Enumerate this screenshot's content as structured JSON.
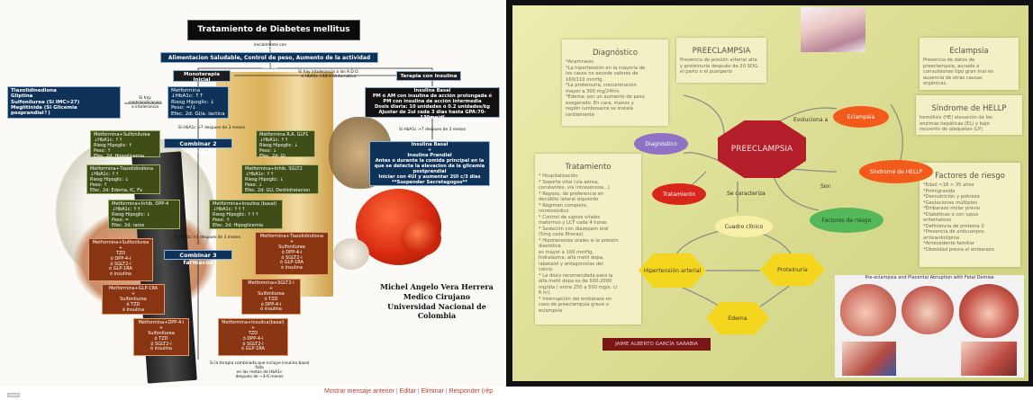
{
  "left": {
    "title": "Tratamiento de Diabetes mellitus tipo 2",
    "inicialmente": "inicialmente con",
    "lifestyle": "Alimentacion Saludable, Control de peso, Aumento de la actividad fisica",
    "mono": "Monoterapia Inicial\nCon A.D.O.",
    "mid_note": "Si hay intolerancia a las A.D.O.\nó HbA1c >10 ó Sintomatico",
    "insulin_therapy": "Terapia con Insulina",
    "left_list": "Tiazolidinediona\nGliptina\nSulfonilurea (Si IMC>27)\nMeglitinida (Si Glicemia posprandial↑)",
    "contra_note": "Si hay\ncontraindicacion\no intolerancia",
    "metformina": "Metformina\n↓HbA1c: ↑↑\nRiesg Hipoglic: ↓\nPeso: =/↓\nEfec. 2d: GI/a. lactica",
    "hba1c_note_1": "Si HbA1c >7 despues de 3 meses",
    "basal": "Insulina Basal\nPM ó AM con insulina de acción prolongada ó\nPM con insulina de acción intermedia\nDosis diaria: 10 unidades ó 0.2 unidades/kg\nAjustar de 2ui cada 3 dias hasta GPA:70-130mg/dl",
    "hba1c_note_2": "Si HbA1c >7 despues de 3 meses",
    "basal_prandial": "Insulina Basal\n+\nInsulina Prandial\nAntes o durante la comida principal en la\nque se detecta la elevacion de la glicemia\npostprandial\nIniciar con 4UI y aumentar 2UI c/3 dias\n**Suspender Secretagogos**",
    "combinar2": "Combinar 2 farmacos",
    "met_su": "Metformina+Sulfonilurea\n↓HbA1c: ↑↑\nRiesg Hipoglic: ↑\nPeso: ↑\nEfec. 2d: Hipoglicemia",
    "met_ra": "Metformina R.A. GLP1\n↓HbA1c: ↑↑\nRiesg Hipoglic: ↓\nPeso: ↓\nEfec. 2d: GI",
    "met_tzd": "Metformina+Tiazolidindiona\n↓HbA1c: ↑↑\nRiesg Hipoglic: ↓\nPeso: ↑\nEfec. 2d: Edema, IC, Fx",
    "met_sglt2": "Metformina+Inhib. SGLT2\n↓HbA1c: ↑↑\nRiesg Hipoglic: ↓\nPeso: ↓\nEfec. 2d: GU, Deshidratacion",
    "met_dpp4": "Metformina+Inhib. DPP-4\n↓HbA1c: ↑↑\nRiesg Hipoglic: ↓\nPeso: =\nEfec. 2d: raros",
    "met_ins": "Metformina+Insulina (basal)\n↓HbA1c: ↑↑↑\nRiesg Hipoglic: ↑↑↑\nPeso: ↑\nEfec. 2d: Hipoglicemia",
    "hba1c_note_3": "Si HbA1c >7 despues de 3 meses",
    "combinar3": "Combinar 3 farmacos",
    "c3_su": "Metformina+Sulfonilurea\n+\nTZD\nó DPP-4-i\nó SGLT2-i\nó GLP-1RA\nó insulina",
    "c3_tzd": "Metformina+Tiazolidindiona\n+\nSulfonilurea\nó DPP-4-i\nó SGLT2-i\nó GLP-1RA\nó insulina",
    "c3_glp": "Metformina+GLP-1RA\n+\nSulfonilurea\nó TZD\nó Insulina",
    "c3_sglt2": "Metformina+SGLT2-i\n+\nSulfonilurea\nó TZD\nó DPP-4-i\nó insulina",
    "c3_dpp4": "Metformina+DPP-4-i\n+\nSulfonilurea\nó TZD\nó SGLT2-i\nó insulina",
    "c3_ins": "Metformina+Insulina(basal)\n+\nTZD\nó DPP-4-i\nó SGLT2-i\nó GLP-1RA",
    "bottom_note": "Si la terapia combinada que incluye insulina basal falla\nen las metas de HbA1c\ndespues de ~3-6 meses",
    "author_name": "Michel Angelo Vera Herrera",
    "author_role": "Medico Cirujano",
    "author_univ": "Universidad Nacional de Colombia"
  },
  "right": {
    "diagnostico_title": "Diagnóstico",
    "diagnostico_body": "*Anamnesis\n*La hipertensión en la mayoría de\nlos casos no excede valores de\n160/110 mmHg.\n*La proteinuria, concentración\nmayor a 300 mg/24hrs\n*Edema: por un aumento de peso\nexagerado. En cara, manos y\nregión lumbosacra se instala\ntardíamente",
    "preeclampsia_title": "PREECLAMPSIA",
    "preeclampsia_body": "Presencia de presión arterial alta\ny proteinuria después de 20 SDG,\nel parto o el puerperio",
    "eclampsia_title": "Eclampsia",
    "eclampsia_body": "Presencia de datos de\npreeclampsia, aunado a\nconvulsiones tipo gran mal en\nausencia de otras causas\norgánicas.",
    "hellp_title": "Síndrome de HELLP",
    "hellp_body": "hemólisis (HE) elevación de los\nenzimas hepáticas (EL) y bajo\nrecuento de plaquetas (LP)",
    "tratamiento_title": "Tratamiento",
    "tratamiento_body": "* Hospitalización\n* Soporte vital (vía aérea,\nconstantes, vía intravenosa...)\n* Reposo, de preferencia en\ndecúbito lateral izquierdo\n* Régimen completo,\nnormosódico\n* Control de signos vitales\nmaternos y LCF cada 4 horas\n* Sedación con diazepam oral\n(5mg cada 8horas)\n* Hipotensores orales si la presión\ndiastólica\nes mayor a 100 mmHg.\nhidralazina, alfa metil dopa,\nlabetalol y antagonistas del\ncalcio.\n* La dosis recomendada para la\nalfa metil dopa es de 500-2000\nmg/día ( entre 250 a 500 mg/s. c/\n6 hr).\n* Interrupción del embarazo en\ncaso de preeclampsia grave o\neclampsia.",
    "riesgo_title": "Factores de riesgo",
    "riesgo_body": "*Edad <18 > 35 años\n*Primigravida\n*Desnutrición y pobreza\n*Gestaciones múltiples\n*Embarazo molar previo\n*Diabéticas o con lupus\neritematoso\n*Deficiencia de proteina S\n*Presencia de anticuerpos\nanticardiolipina\n*Antecedente familiar\n*Obesidad previa al embarazo",
    "center": "PREECLAMPSIA",
    "n_eclampsia": "Eclampsia",
    "n_diagnostico": "Diagnóstico",
    "n_tratamiento": "Tratamiento",
    "n_hellp": "Síndrome de HELLP",
    "n_riesgo": "Factores de riesgo",
    "n_cuadro": "Cuadro clínico",
    "n_hta": "Hipertensión\narterial",
    "n_proteinuria": "Proteinuria",
    "n_edema": "Edema",
    "lbl_evoluciona": "Evoluciona a",
    "lbl_caracteriza": "Se caracteriza",
    "lbl_son": "Son",
    "author": "JAIME ALBERTO GARCÍA SARABIA",
    "image_caption": "Pre-eclampsia and Placental Abruption with Fetal Demise"
  },
  "footer": {
    "prev": "Mostrar mensaje anterior",
    "edit": "Editar",
    "delete": "Eliminar",
    "reply": "Responder (rép"
  }
}
